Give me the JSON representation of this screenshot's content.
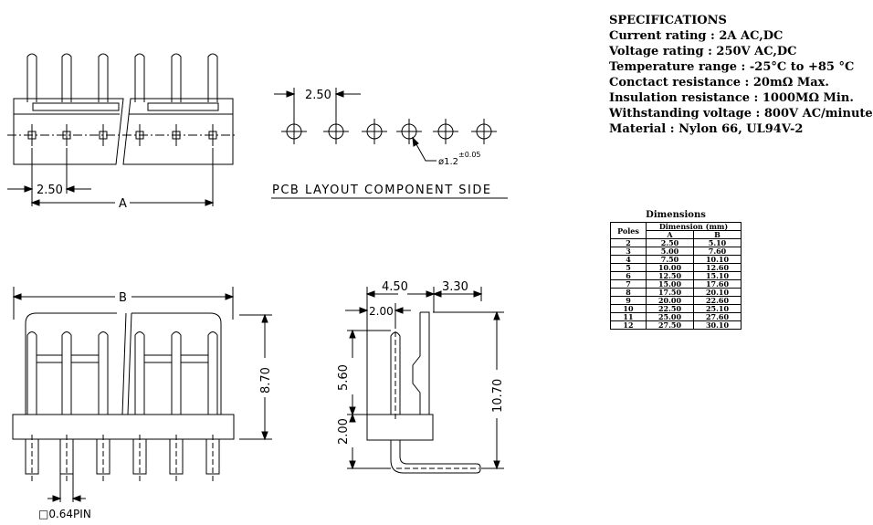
{
  "specs": {
    "title": "SPECIFICATIONS",
    "lines": [
      "Current rating : 2A AC,DC",
      "Voltage rating : 250V AC,DC",
      "Temperature range : -25°C to +85 °C",
      "Conctact resistance : 20mΩ Max.",
      "Insulation resistance : 1000MΩ Min.",
      "Withstanding voltage : 800V AC/minute",
      "Material : Nylon 66, UL94V-2"
    ]
  },
  "dimensions": {
    "title": "Dimensions",
    "poles_header": "Poles",
    "group_header": "Dimension (mm)",
    "col_a": "A",
    "col_b": "B",
    "rows": [
      [
        "2",
        "2.50",
        "5.10"
      ],
      [
        "3",
        "5.00",
        "7.60"
      ],
      [
        "4",
        "7.50",
        "10.10"
      ],
      [
        "5",
        "10.00",
        "12.60"
      ],
      [
        "6",
        "12.50",
        "15.10"
      ],
      [
        "7",
        "15.00",
        "17.60"
      ],
      [
        "8",
        "17.50",
        "20.10"
      ],
      [
        "9",
        "20.00",
        "22.60"
      ],
      [
        "10",
        "22.50",
        "25.10"
      ],
      [
        "11",
        "25.00",
        "27.60"
      ],
      [
        "12",
        "27.50",
        "30.10"
      ]
    ]
  },
  "drawing": {
    "pitch_label": "2.50",
    "dim_a": "A",
    "dim_b": "B",
    "pcb_pitch": "2.50",
    "hole_dia": "ø1.2",
    "hole_tol": "±0.05",
    "pcb_caption": "PCB LAYOUT COMPONENT SIDE",
    "height_front": "8.70",
    "pin_size": "□0.64PIN",
    "side_w1": "4.50",
    "side_w2": "3.30",
    "side_offset": "2.00",
    "side_h1": "5.60",
    "side_h2": "2.00",
    "side_total": "10.70"
  }
}
